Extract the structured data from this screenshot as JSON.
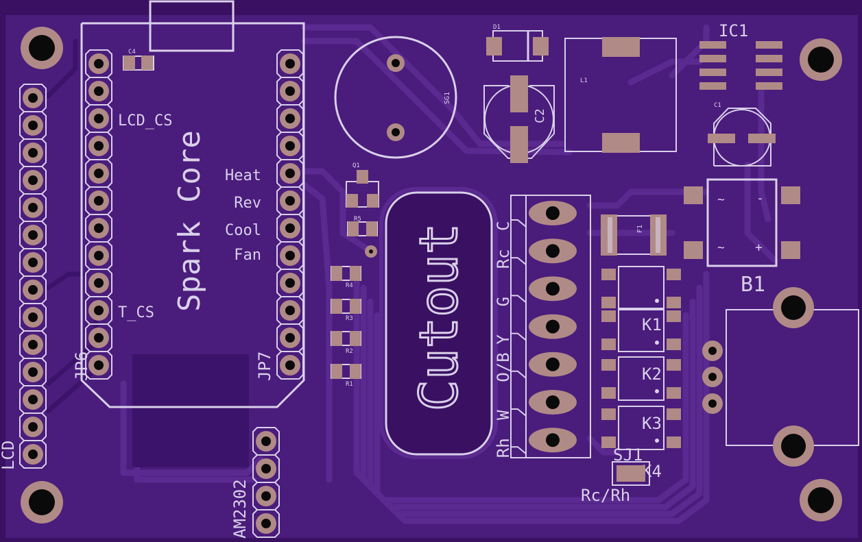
{
  "colors": {
    "board": "#4a1c7c",
    "edge": "#3a1062",
    "trace": "#5b2a91",
    "trace_dark": "#3c136a",
    "copper": "#b08a86",
    "silk": "#d9d0ea",
    "hole": "#0a0a0a"
  },
  "labels": {
    "ic1": "IC1",
    "d1": "D1",
    "c4": "C4",
    "lcd_cs": "LCD_CS",
    "spark_core": "Spark Core",
    "heat": "Heat",
    "rev": "Rev",
    "cool": "Cool",
    "fan": "Fan",
    "t_cs": "T_CS",
    "jp6": "JP6",
    "jp7": "JP7",
    "lcd": "LCD",
    "am2302": "AM2302",
    "sg1": "SG1",
    "q1": "Q1",
    "r5": "R5",
    "r4": "R4",
    "r3": "R3",
    "r2": "R2",
    "r1": "R1",
    "cutout": "Cutout",
    "c2": "C2",
    "l1": "L1",
    "c1": "C1",
    "f1": "F1",
    "b1": "B1",
    "k1": "K1",
    "k2": "K2",
    "k3": "K3",
    "k4": "K4",
    "sj1": "SJ1",
    "rc_rh": "Rc/Rh",
    "b1_ac1": "~",
    "b1_minus": "-",
    "b1_ac2": "~",
    "b1_plus": "+"
  },
  "terminal_labels": [
    "C",
    "Rc",
    "G",
    "Y",
    "O/B",
    "W",
    "Rh"
  ]
}
